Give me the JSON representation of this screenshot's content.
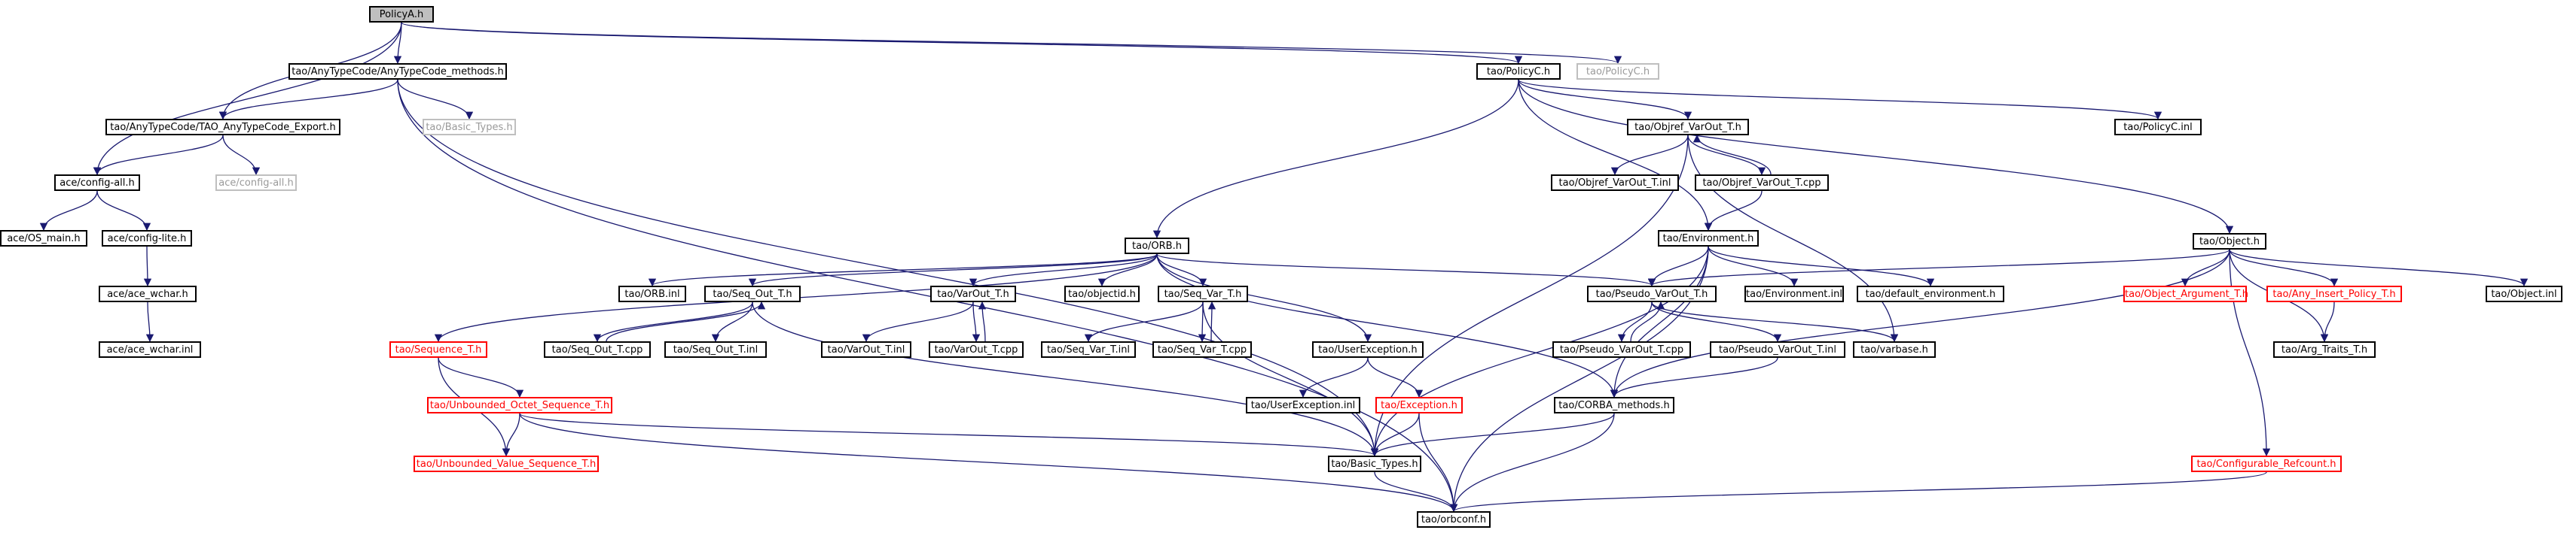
{
  "colors": {
    "edge": "#191970",
    "box": "#000000",
    "incomplete": "#bfbfbf",
    "truncated": "#ff0000",
    "root_fill": "#bfbfbf"
  },
  "nodes": {
    "policya": "PolicyA.h",
    "anytypecode_methods": "tao/AnyTypeCode/AnyTypeCode_methods.h",
    "policyc": "tao/PolicyC.h",
    "policyc_h_plain": "tao/PolicyC.h",
    "tao_export": "tao/AnyTypeCode/TAO_AnyTypeCode_Export.h",
    "basic_types_grey": "tao/Basic_Types.h",
    "config_all": "ace/config-all.h",
    "config_all_grey": "ace/config-all.h",
    "os_main": "ace/OS_main.h",
    "config_lite": "ace/config-lite.h",
    "ace_wchar": "ace/ace_wchar.h",
    "ace_wchar_inl": "ace/ace_wchar.inl",
    "objref_varout": "tao/Objref_VarOut_T.h",
    "policyc_inl": "tao/PolicyC.inl",
    "objref_varout_inl": "tao/Objref_VarOut_T.inl",
    "objref_varout_cpp": "tao/Objref_VarOut_T.cpp",
    "orb": "tao/ORB.h",
    "environment": "tao/Environment.h",
    "object": "tao/Object.h",
    "orb_inl": "tao/ORB.inl",
    "seq_out": "tao/Seq_Out_T.h",
    "varout": "tao/VarOut_T.h",
    "objectid": "tao/objectid.h",
    "seq_var": "tao/Seq_Var_T.h",
    "pseudo_varout": "tao/Pseudo_VarOut_T.h",
    "environment_inl": "tao/Environment.inl",
    "default_environment": "tao/default_environment.h",
    "object_argument": "tao/Object_Argument_T.h",
    "any_insert": "tao/Any_Insert_Policy_T.h",
    "object_inl": "tao/Object.inl",
    "sequence": "tao/Sequence_T.h",
    "seq_out_cpp": "tao/Seq_Out_T.cpp",
    "seq_out_inl": "tao/Seq_Out_T.inl",
    "varout_inl": "tao/VarOut_T.inl",
    "varout_cpp": "tao/VarOut_T.cpp",
    "seq_var_inl": "tao/Seq_Var_T.inl",
    "seq_var_cpp": "tao/Seq_Var_T.cpp",
    "userexception": "tao/UserException.h",
    "pseudo_varout_cpp": "tao/Pseudo_VarOut_T.cpp",
    "pseudo_varout_inl": "tao/Pseudo_VarOut_T.inl",
    "varbase": "tao/varbase.h",
    "arg_traits": "tao/Arg_Traits_T.h",
    "unbounded_octet": "tao/Unbounded_Octet_Sequence_T.h",
    "userexception_inl": "tao/UserException.inl",
    "exception": "tao/Exception.h",
    "corba_methods": "tao/CORBA_methods.h",
    "unbounded_value": "tao/Unbounded_Value_Sequence_T.h",
    "basic_types": "tao/Basic_Types.h",
    "configurable_refcount": "tao/Configurable_Refcount.h",
    "orbconf": "tao/orbconf.h"
  },
  "edges": [
    [
      "policya",
      "anytypecode_methods"
    ],
    [
      "policya",
      "policyc"
    ],
    [
      "policya",
      "policyc_h_plain"
    ],
    [
      "policya",
      "tao_export"
    ],
    [
      "policya",
      "config_all"
    ],
    [
      "anytypecode_methods",
      "tao_export"
    ],
    [
      "anytypecode_methods",
      "basic_types_grey"
    ],
    [
      "anytypecode_methods",
      "basic_types"
    ],
    [
      "anytypecode_methods",
      "orbconf"
    ],
    [
      "tao_export",
      "config_all"
    ],
    [
      "tao_export",
      "config_all_grey"
    ],
    [
      "config_all",
      "os_main"
    ],
    [
      "config_all",
      "config_lite"
    ],
    [
      "config_lite",
      "ace_wchar"
    ],
    [
      "ace_wchar",
      "ace_wchar_inl"
    ],
    [
      "policyc",
      "objref_varout"
    ],
    [
      "policyc",
      "policyc_inl"
    ],
    [
      "policyc",
      "orb"
    ],
    [
      "policyc",
      "environment"
    ],
    [
      "policyc",
      "object"
    ],
    [
      "objref_varout",
      "objref_varout_inl"
    ],
    [
      "objref_varout",
      "objref_varout_cpp"
    ],
    [
      "objref_varout_cpp",
      "objref_varout"
    ],
    [
      "objref_varout",
      "basic_types"
    ],
    [
      "objref_varout",
      "varbase"
    ],
    [
      "objref_varout_cpp",
      "environment"
    ],
    [
      "orb",
      "sequence"
    ],
    [
      "orb",
      "orb_inl"
    ],
    [
      "orb",
      "seq_out"
    ],
    [
      "orb",
      "varout"
    ],
    [
      "orb",
      "objectid"
    ],
    [
      "orb",
      "seq_var"
    ],
    [
      "orb",
      "userexception"
    ],
    [
      "orb",
      "pseudo_varout"
    ],
    [
      "orb",
      "corba_methods"
    ],
    [
      "environment",
      "pseudo_varout"
    ],
    [
      "environment",
      "environment_inl"
    ],
    [
      "environment",
      "default_environment"
    ],
    [
      "environment",
      "corba_methods"
    ],
    [
      "environment",
      "basic_types"
    ],
    [
      "environment",
      "orbconf"
    ],
    [
      "object",
      "pseudo_varout"
    ],
    [
      "object",
      "object_argument"
    ],
    [
      "object",
      "any_insert"
    ],
    [
      "object",
      "arg_traits"
    ],
    [
      "object",
      "object_inl"
    ],
    [
      "object",
      "corba_methods"
    ],
    [
      "object",
      "configurable_refcount"
    ],
    [
      "seq_out",
      "seq_out_cpp"
    ],
    [
      "seq_out_cpp",
      "seq_out"
    ],
    [
      "seq_out",
      "seq_out_inl"
    ],
    [
      "seq_out",
      "basic_types"
    ],
    [
      "varout",
      "varout_inl"
    ],
    [
      "varout",
      "varout_cpp"
    ],
    [
      "varout_cpp",
      "varout"
    ],
    [
      "seq_var",
      "seq_var_inl"
    ],
    [
      "seq_var",
      "seq_var_cpp"
    ],
    [
      "seq_var_cpp",
      "seq_var"
    ],
    [
      "seq_var",
      "basic_types"
    ],
    [
      "pseudo_varout",
      "pseudo_varout_cpp"
    ],
    [
      "pseudo_varout_cpp",
      "pseudo_varout"
    ],
    [
      "pseudo_varout",
      "pseudo_varout_inl"
    ],
    [
      "pseudo_varout",
      "varbase"
    ],
    [
      "pseudo_varout_inl",
      "corba_methods"
    ],
    [
      "any_insert",
      "arg_traits"
    ],
    [
      "sequence",
      "unbounded_octet"
    ],
    [
      "sequence",
      "unbounded_value"
    ],
    [
      "unbounded_octet",
      "unbounded_value"
    ],
    [
      "unbounded_octet",
      "basic_types"
    ],
    [
      "unbounded_octet",
      "orbconf"
    ],
    [
      "userexception",
      "userexception_inl"
    ],
    [
      "userexception",
      "exception"
    ],
    [
      "exception",
      "basic_types"
    ],
    [
      "exception",
      "orbconf"
    ],
    [
      "corba_methods",
      "basic_types"
    ],
    [
      "corba_methods",
      "orbconf"
    ],
    [
      "basic_types",
      "orbconf"
    ],
    [
      "configurable_refcount",
      "orbconf"
    ]
  ]
}
